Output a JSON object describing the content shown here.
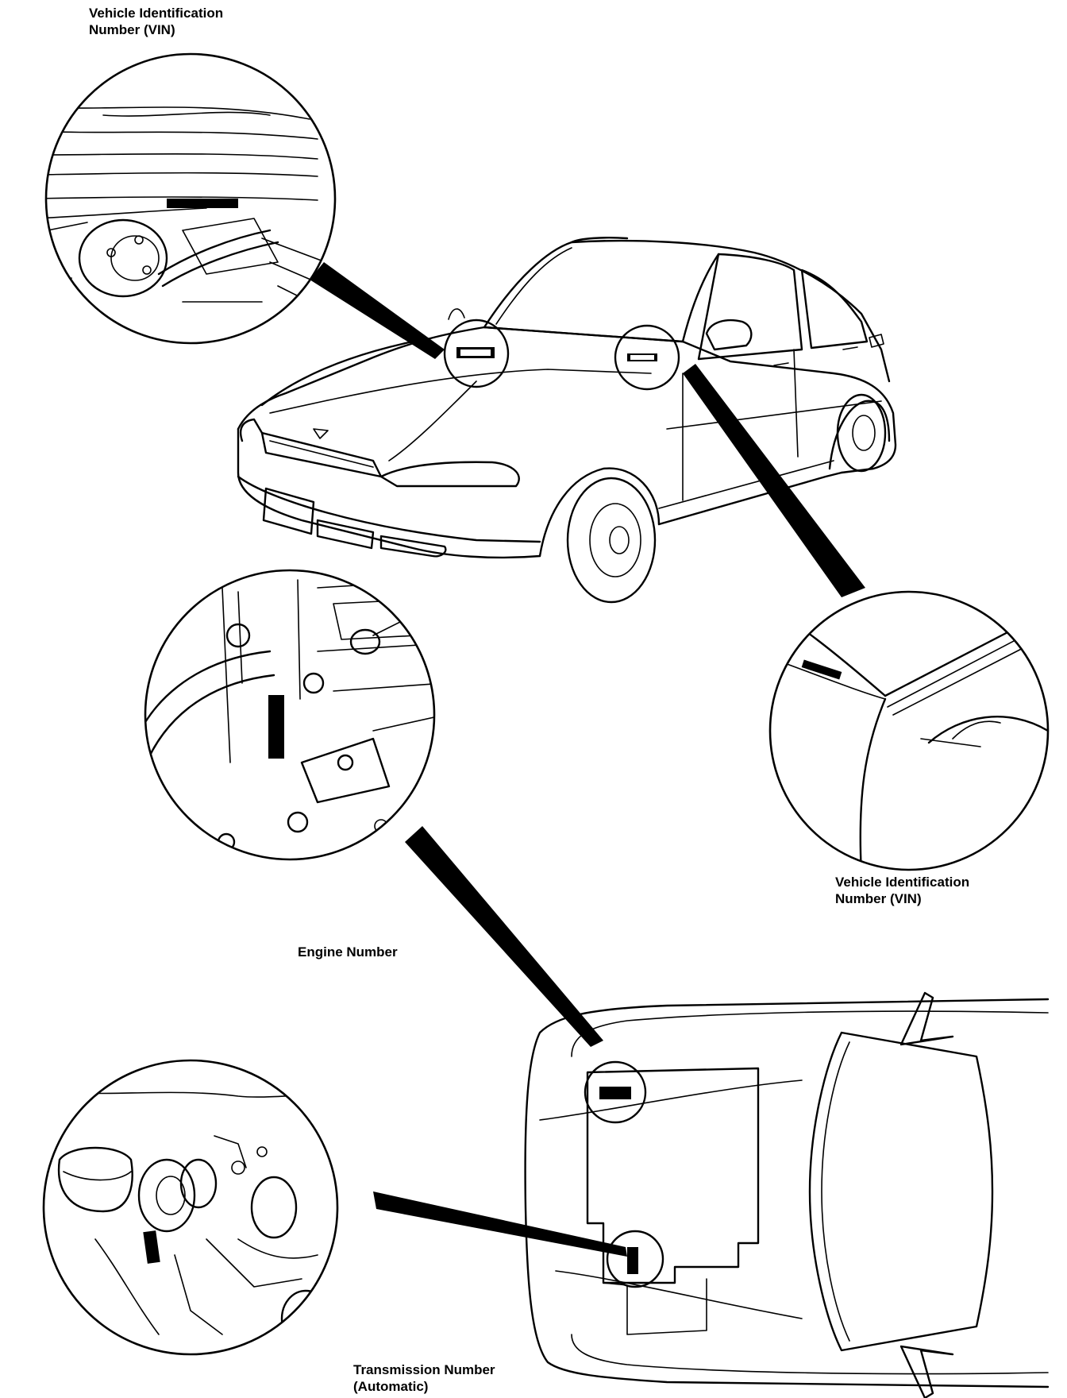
{
  "labels": {
    "vin_top": {
      "line1": "Vehicle Identification",
      "line2": "Number (VIN)"
    },
    "vin_right": {
      "line1": "Vehicle Identification",
      "line2": "Number (VIN)"
    },
    "engine": {
      "line1": "Engine Number"
    },
    "transmission": {
      "line1": "Transmission Number",
      "line2": "(Automatic)"
    }
  },
  "colors": {
    "ink": "#000000",
    "paper": "#ffffff"
  }
}
